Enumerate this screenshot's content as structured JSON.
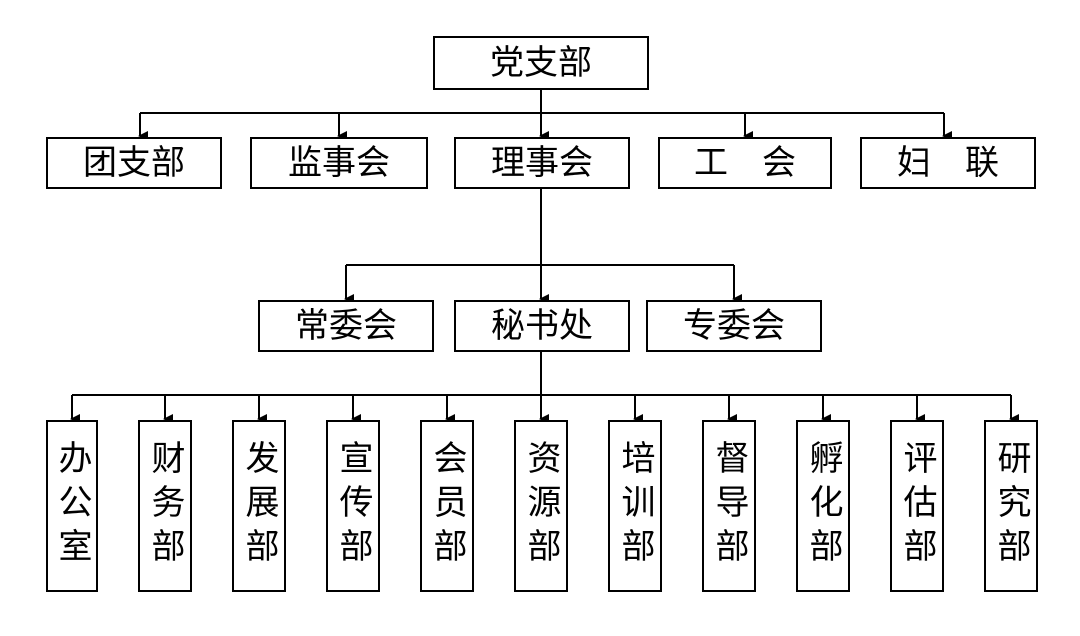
{
  "colors": {
    "line": "#000000",
    "box_border": "#000000",
    "background": "#ffffff"
  },
  "root": {
    "label": "党支部"
  },
  "level1": [
    {
      "label": "团支部"
    },
    {
      "label": "监事会"
    },
    {
      "label": "理事会"
    },
    {
      "label": "工　会"
    },
    {
      "label": "妇　联"
    }
  ],
  "level2": [
    {
      "label": "常委会"
    },
    {
      "label": "秘书处"
    },
    {
      "label": "专委会"
    }
  ],
  "level3": [
    {
      "label": "办公室"
    },
    {
      "label": "财务部"
    },
    {
      "label": "发展部"
    },
    {
      "label": "宣传部"
    },
    {
      "label": "会员部"
    },
    {
      "label": "资源部"
    },
    {
      "label": "培训部"
    },
    {
      "label": "督导部"
    },
    {
      "label": "孵化部"
    },
    {
      "label": "评估部"
    },
    {
      "label": "研究部"
    }
  ]
}
